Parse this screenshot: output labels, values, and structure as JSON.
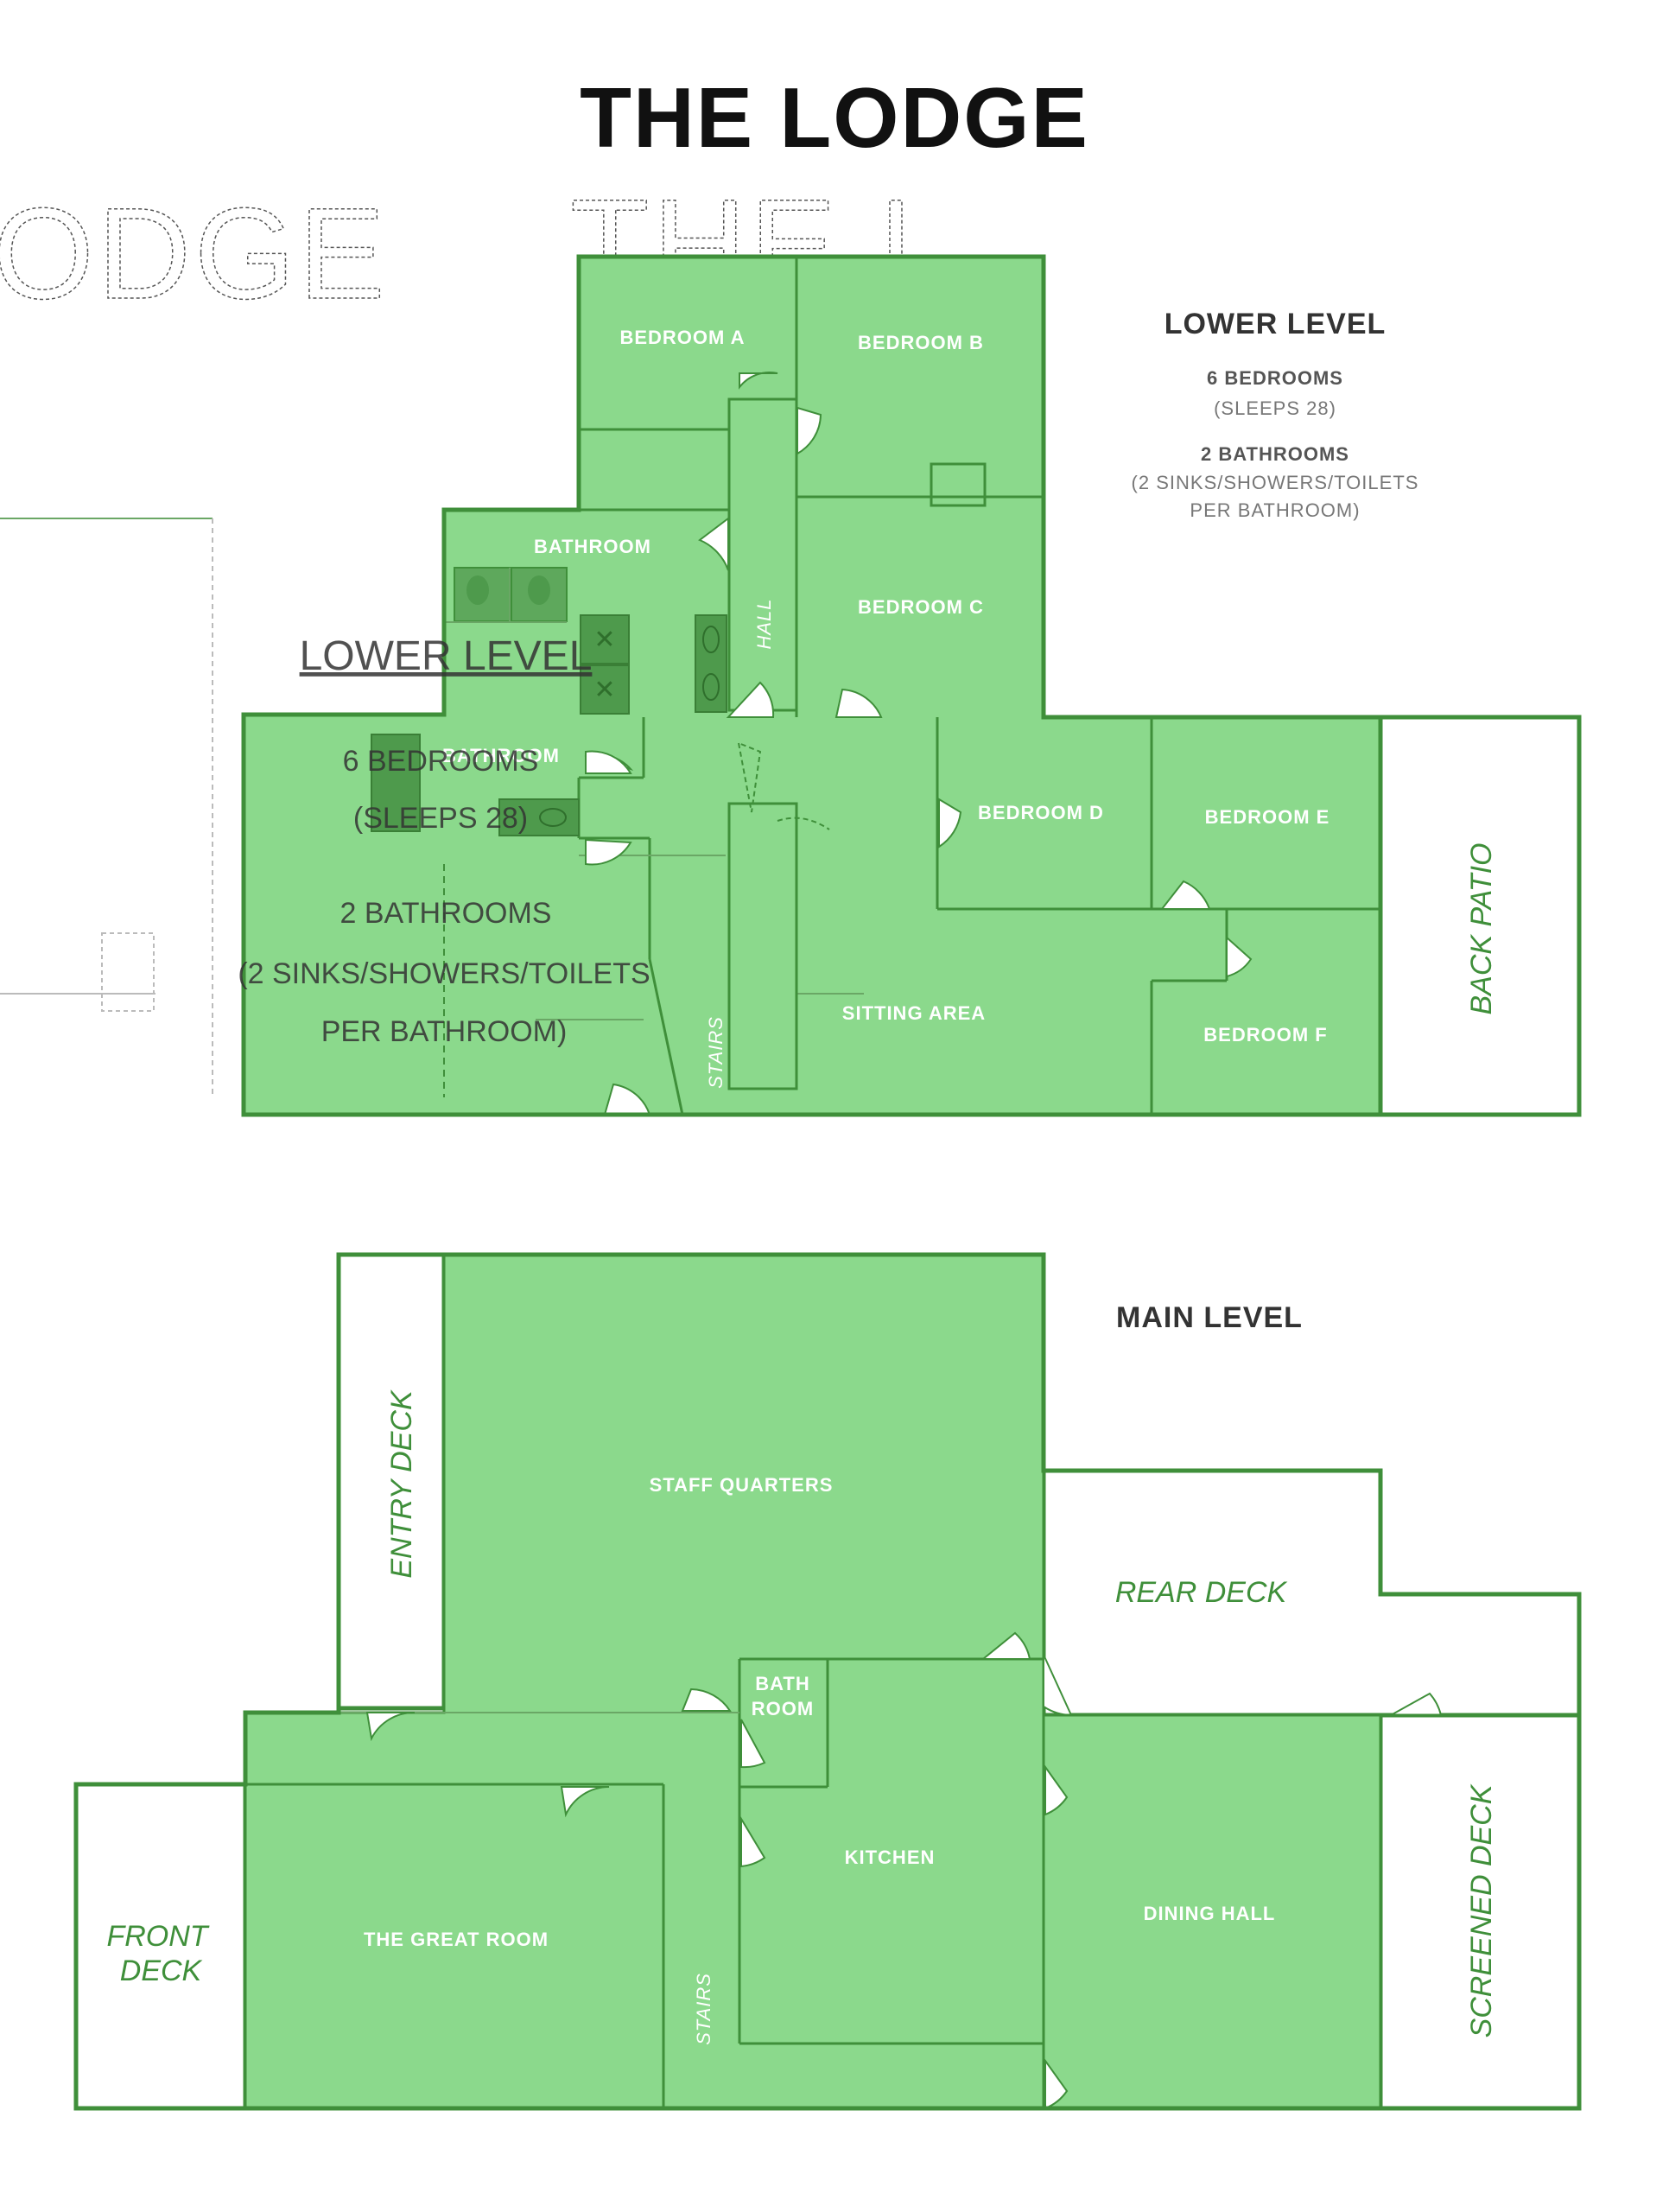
{
  "title": "THE LODGE",
  "ghost_title": {
    "left": "ODGE",
    "right": "THE L"
  },
  "colors": {
    "room_fill": "#8bd98c",
    "wall": "#3f8f3a",
    "deck_fill": "#ffffff",
    "label_white": "#ffffff",
    "deck_label": "#3f8f3a"
  },
  "lower_level": {
    "legend": {
      "heading": "LOWER LEVEL",
      "bedrooms": "6 BEDROOMS",
      "sleeps": "(SLEEPS 28)",
      "bathrooms": "2 BATHROOMS",
      "bath_detail_1": "(2 SINKS/SHOWERS/TOILETS",
      "bath_detail_2": "PER BATHROOM)"
    },
    "ghost_legend": {
      "heading": "LOWER LEVEL",
      "bedrooms": "6 BEDROOMS",
      "sleeps": "(SLEEPS 28)",
      "bathrooms": "2 BATHROOMS",
      "bath_detail_1": "(2 SINKS/SHOWERS/TOILETS",
      "bath_detail_2": "PER BATHROOM)"
    },
    "rooms": {
      "bedroom_a": "BEDROOM A",
      "bedroom_b": "BEDROOM B",
      "bedroom_c": "BEDROOM C",
      "bedroom_d": "BEDROOM D",
      "bedroom_e": "BEDROOM E",
      "bedroom_f": "BEDROOM F",
      "bathroom_upper": "BATHROOM",
      "bathroom_lower": "BATHROOM",
      "hall": "HALL",
      "stairs": "STAIRS",
      "sitting_area": "SITTING AREA",
      "back_patio": "BACK PATIO"
    }
  },
  "main_level": {
    "legend": {
      "heading": "MAIN LEVEL"
    },
    "rooms": {
      "staff_quarters": "STAFF QUARTERS",
      "entry_deck": "ENTRY DECK",
      "rear_deck": "REAR DECK",
      "bath_room_1": "BATH",
      "bath_room_2": "ROOM",
      "kitchen": "KITCHEN",
      "dining_hall": "DINING HALL",
      "great_room": "THE GREAT ROOM",
      "stairs": "STAIRS",
      "front_deck_1": "FRONT",
      "front_deck_2": "DECK",
      "screened_deck": "SCREENED DECK"
    }
  }
}
